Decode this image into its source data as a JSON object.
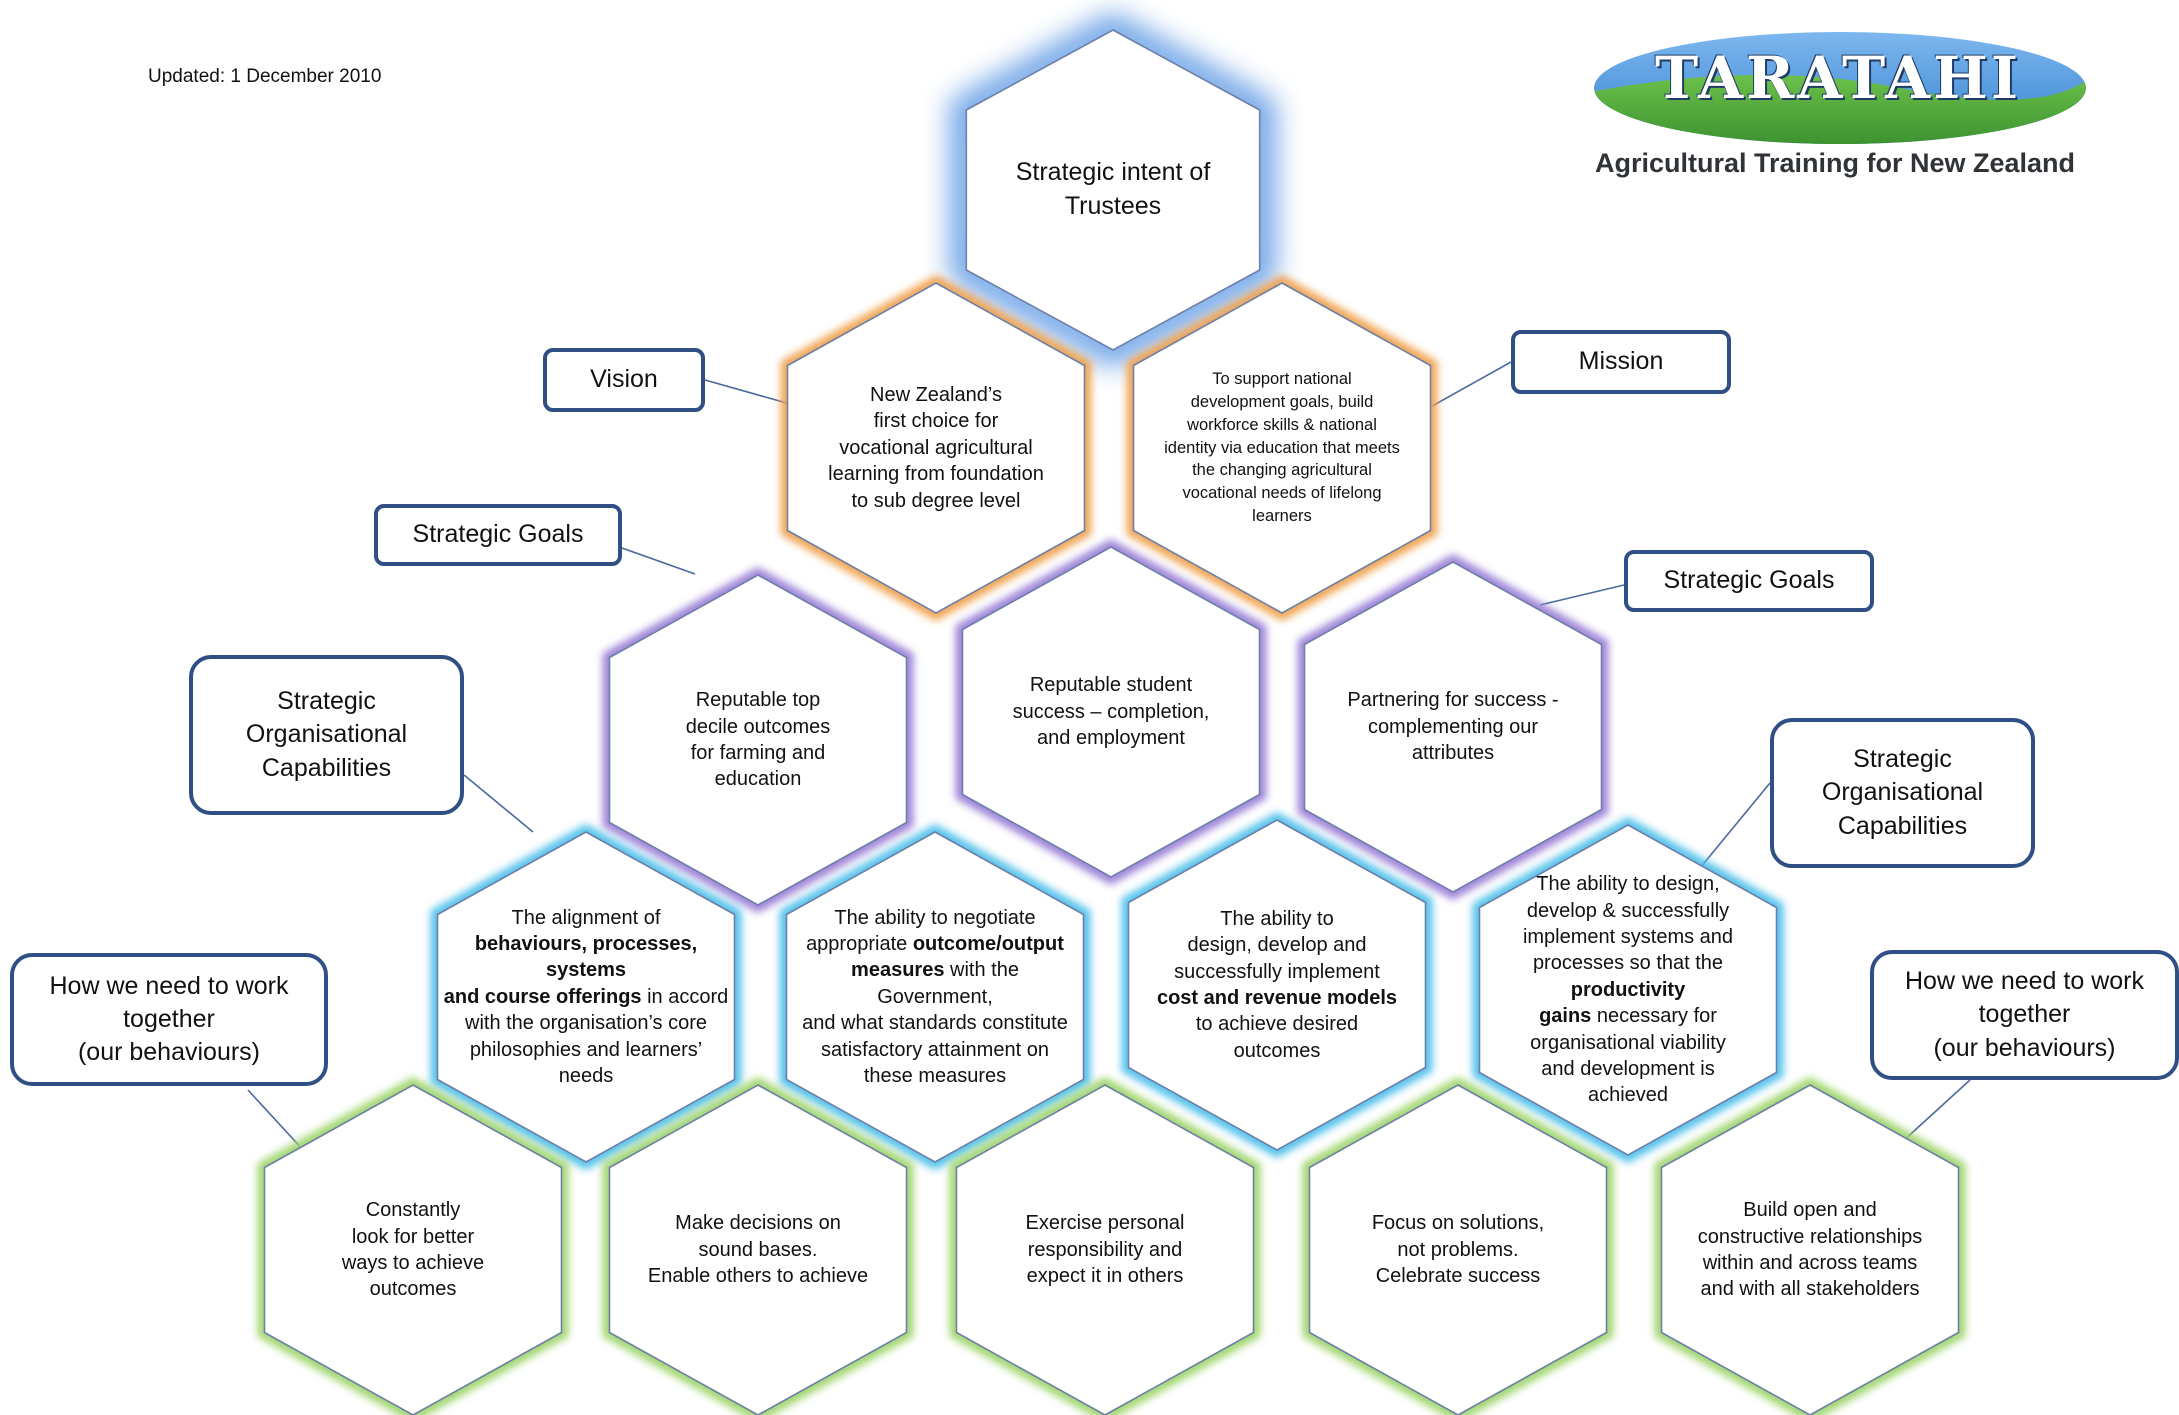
{
  "header": {
    "updated": "Updated: 1 December 2010"
  },
  "logo": {
    "name": "TARATAHI",
    "tagline": "Agricultural Training for New Zealand",
    "colors": {
      "sky": "#3f8ed8",
      "grass": "#4aa23a",
      "text": "#ffffff"
    }
  },
  "colors": {
    "top_glow": "#5b97e4",
    "vision_mission": "#f0a24e",
    "strategic_goals": "#9a7fd6",
    "capabilities": "#4ec0ea",
    "behaviours": "#9ed46a",
    "hex_stroke": "#6d7fa8",
    "label_border": "#2f4f85"
  },
  "labels": {
    "vision": "Vision",
    "mission": "Mission",
    "goals_left": "Strategic Goals",
    "goals_right": "Strategic Goals",
    "capabilities_left": "Strategic\nOrganisational\nCapabilities",
    "capabilities_right": "Strategic\nOrganisational\nCapabilities",
    "behaviours_left": "How we need to work\ntogether\n(our behaviours)",
    "behaviours_right": "How we need to work\ntogether\n(our behaviours)"
  },
  "hexes": {
    "top": "Strategic intent of\nTrustees",
    "vision": "New Zealand’s\nfirst choice for\nvocational agricultural\nlearning from foundation\nto sub degree level",
    "mission": "To support national\ndevelopment goals, build\nworkforce skills & national\nidentity via  education that meets\nthe changing agricultural\nvocational needs of lifelong\nlearners",
    "goal_1": "Reputable top\ndecile outcomes\nfor farming and\neducation",
    "goal_2": "Reputable student\nsuccess – completion,\nand employment",
    "goal_3": "Partnering for success -\ncomplementing our\nattributes",
    "capability_1": [
      {
        "text": "The alignment of\n",
        "bold": false
      },
      {
        "text": "behaviours, processes, systems\nand course offerings",
        "bold": true
      },
      {
        "text": " in accord\nwith the organisation’s core\nphilosophies and learners’\nneeds",
        "bold": false
      }
    ],
    "capability_2": [
      {
        "text": "The ability to negotiate\nappropriate ",
        "bold": false
      },
      {
        "text": "outcome/output\nmeasures",
        "bold": true
      },
      {
        "text": " with the\nGovernment,\nand what standards constitute\nsatisfactory attainment on\nthese measures",
        "bold": false
      }
    ],
    "capability_3": [
      {
        "text": "The ability to\ndesign, develop and\nsuccessfully implement\n",
        "bold": false
      },
      {
        "text": "cost and revenue models",
        "bold": true
      },
      {
        "text": "\nto achieve desired\noutcomes",
        "bold": false
      }
    ],
    "capability_4": [
      {
        "text": "The ability to design,\ndevelop & successfully\nimplement systems and\nprocesses so that the ",
        "bold": false
      },
      {
        "text": "productivity\ngains",
        "bold": true
      },
      {
        "text": " necessary for\norganisational viability\nand development is\nachieved",
        "bold": false
      }
    ],
    "behaviour_1": "Constantly\nlook for better\nways to achieve\noutcomes",
    "behaviour_2": "Make decisions on\nsound bases.\nEnable others to achieve",
    "behaviour_3": "Exercise personal\nresponsibility and\nexpect it in others",
    "behaviour_4": "Focus on solutions,\nnot problems.\nCelebrate success",
    "behaviour_5": "Build open and\nconstructive relationships\nwithin and across teams\nand with all stakeholders"
  }
}
